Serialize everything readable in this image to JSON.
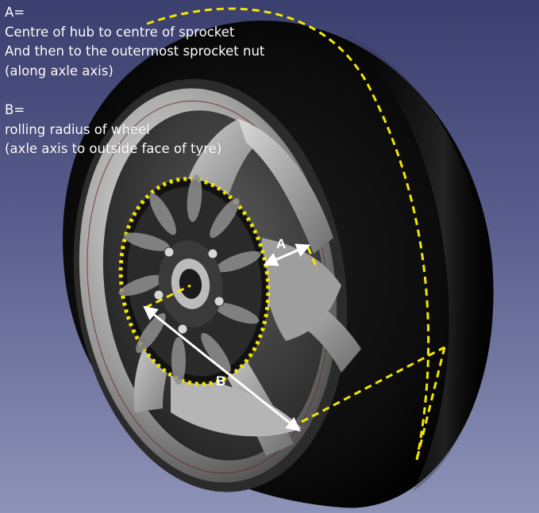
{
  "annotation": {
    "a_heading": "A=",
    "a_line1": "Centre of hub to centre of sprocket",
    "a_line2": "And then to the outermost  sprocket nut",
    "a_line3": "(along axle axis)",
    "b_heading": "B=",
    "b_line1": "rolling radius of wheel",
    "b_line2": "(axle axis to outside face of tyre)"
  },
  "labels": {
    "a": "A",
    "b": "B"
  },
  "colors": {
    "background_top": "#3a3f6e",
    "background_bottom": "#8e93b8",
    "tyre": "#0a0a0a",
    "rim": "#bdbdbd",
    "sprocket": "#f2e600",
    "dimension_line": "#f2e600",
    "dimension_arrow": "#ffffff",
    "text": "#ffffff"
  }
}
